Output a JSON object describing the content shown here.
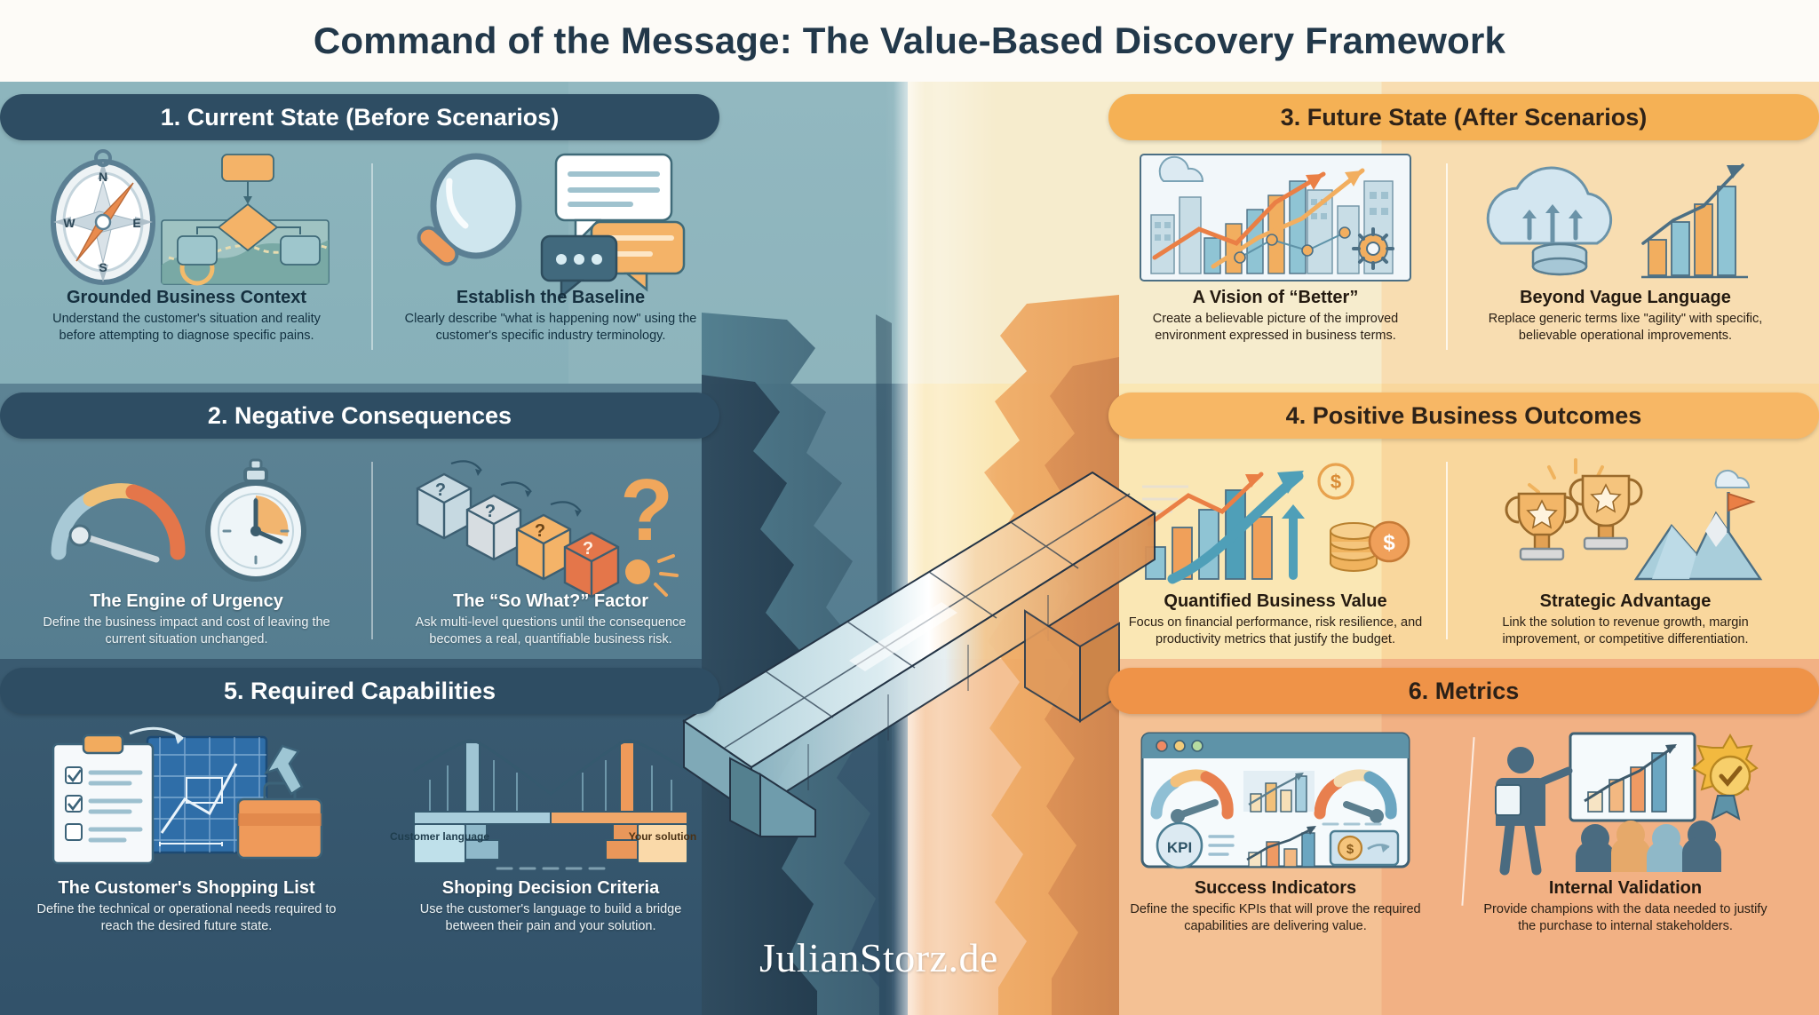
{
  "title": "Command of the Message: The Value-Based Discovery Framework",
  "watermark": "JulianStorz.de",
  "colors": {
    "cool_light": "#8db5bd",
    "cool_mid": "#5d8394",
    "cool_dark": "#32526a",
    "pill_dark": "#2e4d63",
    "warm_light": "#f8e3c0",
    "warm_mid": "#fadfae",
    "warm_dark": "#f0ab79",
    "accent_orange": "#ef9348",
    "accent_amber": "#f5b155",
    "title_text": "#22384a"
  },
  "sections": [
    {
      "id": "current-state",
      "number": "1.",
      "header": "1. Current State (Before Scenarios)",
      "side": "left",
      "items": [
        {
          "icon": "compass-flowchart-icon",
          "heading": "Grounded Business Context",
          "body": "Understand the customer's situation and reality before attempting to diagnose specific pains."
        },
        {
          "icon": "magnifier-chat-icon",
          "heading": "Establish the Baseline",
          "body": "Clearly describe \"what is happening now\" using the customer's specific industry terminology."
        }
      ]
    },
    {
      "id": "negative-consequences",
      "number": "2.",
      "header": "2. Negative Consequences",
      "side": "left",
      "items": [
        {
          "icon": "gauge-stopwatch-icon",
          "heading": "The Engine of Urgency",
          "body": "Define the business impact and cost of leaving the current situation unchanged."
        },
        {
          "icon": "falling-blocks-question-icon",
          "heading": "The “So What?” Factor",
          "body": "Ask multi-level questions until the consequence becomes a real, quantifiable business risk."
        }
      ]
    },
    {
      "id": "required-capabilities",
      "number": "5.",
      "header": "5. Required Capabilities",
      "side": "left",
      "items": [
        {
          "icon": "checklist-blueprint-toolbox-icon",
          "heading": "The Customer's Shopping List",
          "body": "Define the technical or operational needs required to reach the desired future state."
        },
        {
          "icon": "suspension-bridge-icon",
          "heading": "Shoping Decision Criteria",
          "body": "Use the customer's language to build a bridge between their pain and your solution.",
          "labels": {
            "left": "Customer language",
            "right": "Your solution"
          }
        }
      ]
    },
    {
      "id": "future-state",
      "number": "3.",
      "header": "3. Future State (After Scenarios)",
      "side": "right",
      "items": [
        {
          "icon": "city-growth-chart-icon",
          "heading": "A Vision of “Better”",
          "body": "Create a believable picture of the improved environment expressed in business terms."
        },
        {
          "icon": "cloud-uplift-bars-icon",
          "heading": "Beyond Vague Language",
          "body": "Replace generic terms lixe \"agility\" with specific, believable operational improvements."
        }
      ]
    },
    {
      "id": "positive-business-outcomes",
      "number": "4.",
      "header": "4. Positive Business Outcomes",
      "side": "right",
      "items": [
        {
          "icon": "growth-arrows-coins-icon",
          "heading": "Quantified Business Value",
          "body": "Focus on financial performance, risk resilience, and productivity metrics that justify the budget."
        },
        {
          "icon": "trophy-podium-flag-icon",
          "heading": "Strategic Advantage",
          "body": "Link the solution to revenue growth, margin improvement, or competitive differentiation."
        }
      ]
    },
    {
      "id": "metrics",
      "number": "6.",
      "header": "6. Metrics",
      "side": "right",
      "items": [
        {
          "icon": "kpi-dashboard-icon",
          "heading": "Success Indicators",
          "body": "Define the specific KPIs that will prove the required capabilities are delivering value.",
          "labels": {
            "kpi": "KPI"
          }
        },
        {
          "icon": "presenter-audience-badge-icon",
          "heading": "Internal Validation",
          "body": "Provide champions with the data needed to justify the purchase to internal stakeholders."
        }
      ]
    }
  ]
}
